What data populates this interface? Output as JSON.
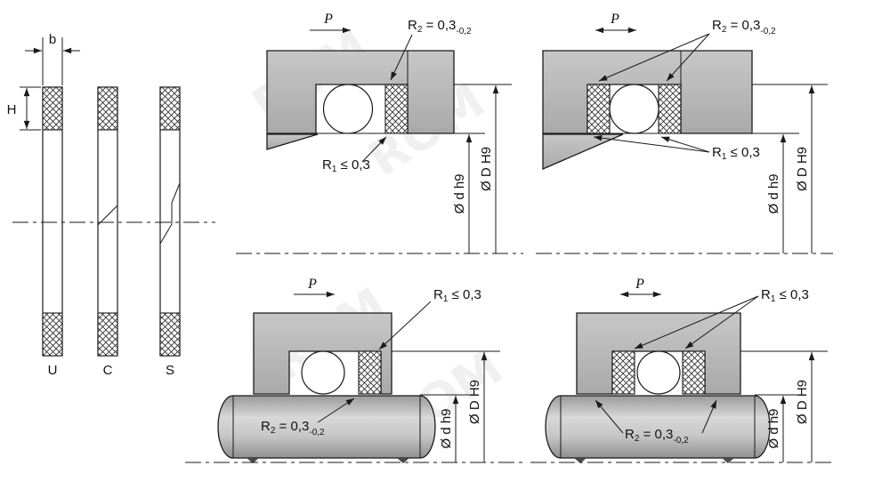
{
  "colors": {
    "metal": "#b9b9b9",
    "metal_dark": "#9f9f9f",
    "line": "#1a1a1a",
    "hatch_bg": "#ffffff"
  },
  "watermark": {
    "text": "ROM"
  },
  "profiles": {
    "dim_width": "b",
    "dim_height": "H",
    "types": [
      {
        "label": "U"
      },
      {
        "label": "C"
      },
      {
        "label": "S"
      }
    ]
  },
  "annotations": {
    "pressure": "P",
    "r1": {
      "sym": "R",
      "sub": "1",
      "val": " ≤ 0,3"
    },
    "r2": {
      "sym": "R",
      "sub": "2",
      "val": " = 0,3",
      "tol": "-0,2"
    },
    "dim_rod": "Ø d h9",
    "dim_bore": "Ø D H9"
  }
}
